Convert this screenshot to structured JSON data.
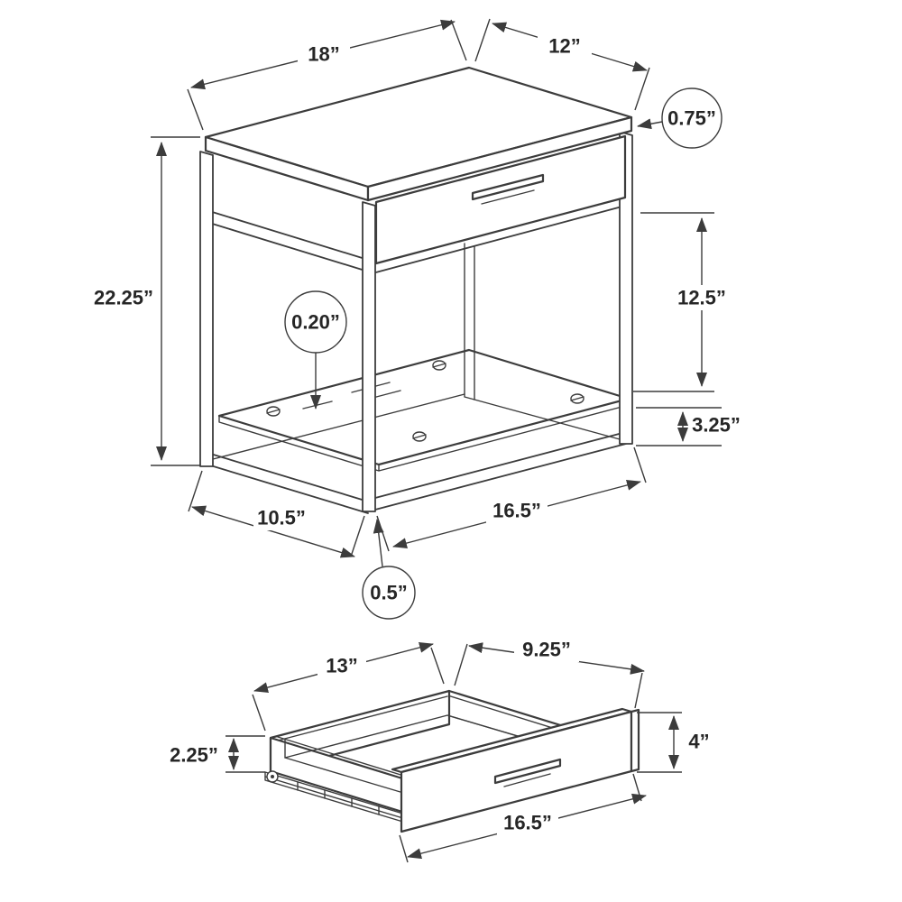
{
  "diagram": {
    "table_view": {
      "top_width": "18”",
      "top_depth": "12”",
      "top_thickness": "0.75”",
      "overall_height": "22.25”",
      "drawer_to_shelf": "12.5”",
      "shelf_to_floor": "3.25”",
      "glass_thickness": "0.20”",
      "base_depth": "10.5”",
      "base_width": "16.5”",
      "leg_thickness": "0.5”"
    },
    "drawer_view": {
      "inner_width": "13”",
      "inner_depth": "9.25”",
      "side_height": "2.25”",
      "front_height": "4”",
      "front_width": "16.5”"
    }
  }
}
